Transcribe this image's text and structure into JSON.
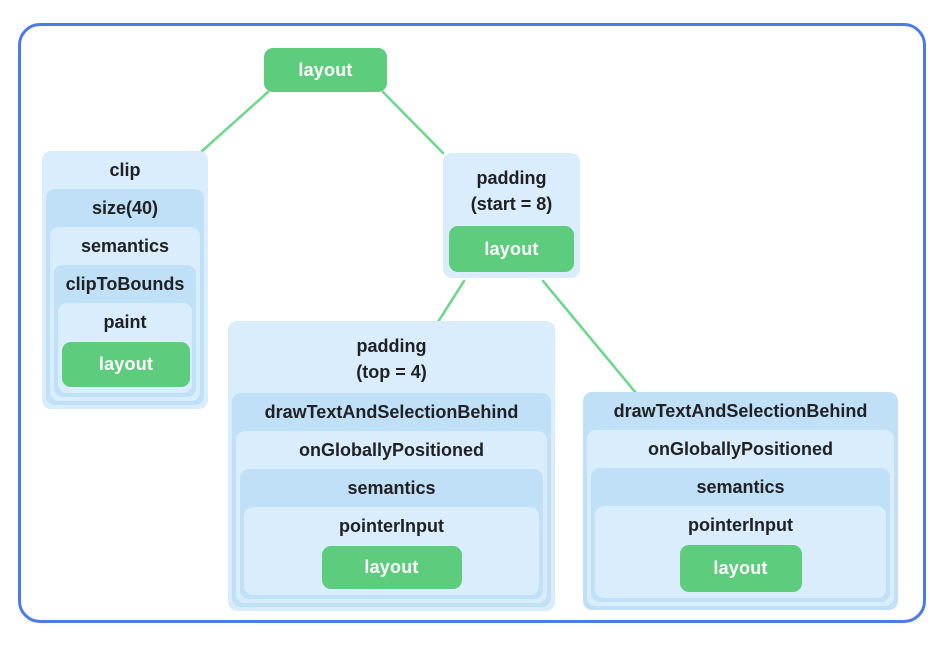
{
  "colors": {
    "frame_border": "#4b7bea",
    "box_light": "#d9edfc",
    "box_dark": "#c0e0f7",
    "leaf_green": "#5ecc7d",
    "edge_green": "#70d78e",
    "title_text": "#202124",
    "leaf_text": "#ffffff",
    "page_bg": "#ffffff"
  },
  "root": {
    "label": "layout"
  },
  "clip": {
    "levels": [
      "clip",
      "size(40)",
      "semantics",
      "clipToBounds",
      "paint"
    ],
    "leaf": "layout"
  },
  "padding_start": {
    "title_line1": "padding",
    "title_line2": "(start = 8)",
    "leaf": "layout"
  },
  "padding_top": {
    "title_line1": "padding",
    "title_line2": "(top = 4)",
    "levels": [
      "drawTextAndSelectionBehind",
      "onGloballyPositioned",
      "semantics",
      "pointerInput"
    ],
    "leaf": "layout"
  },
  "drawtext": {
    "levels": [
      "drawTextAndSelectionBehind",
      "onGloballyPositioned",
      "semantics",
      "pointerInput"
    ],
    "leaf": "layout"
  }
}
